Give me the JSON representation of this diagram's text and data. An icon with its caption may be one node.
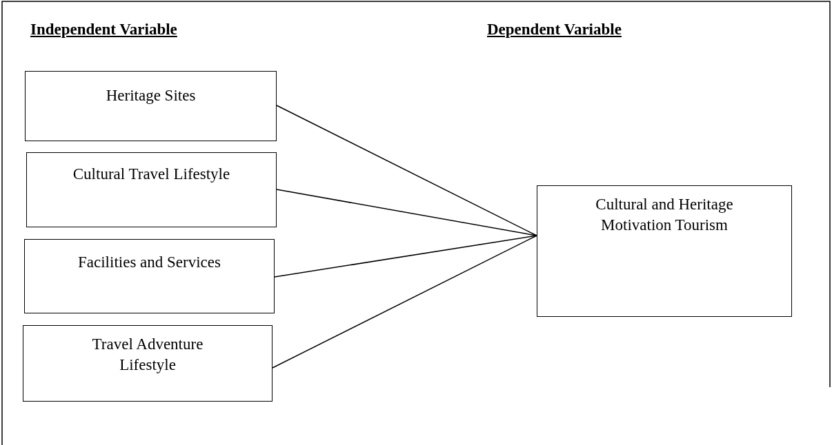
{
  "diagram": {
    "nodes": [
      {
        "text": [
          "Heritage Sites"
        ]
      },
      {
        "text": [
          "Cultural Travel Lifestyle"
        ]
      },
      {
        "text": [
          "Facilities and Services"
        ]
      },
      {
        "text": [
          "Travel Adventure Lifestyle"
        ]
      },
      {
        "text": [
          "Cultural and Heritage Motivation Tourism"
        ]
      }
    ],
    "edges": [
      {
        "from": 0,
        "to": 4,
        "arrow": "none"
      },
      {
        "from": 1,
        "to": 4,
        "arrow": "none"
      },
      {
        "from": 2,
        "to": 4,
        "arrow": "none"
      },
      {
        "from": 3,
        "to": 4,
        "arrow": "none"
      }
    ],
    "labels": [
      "Independent Variable",
      "Dependent Variable"
    ]
  }
}
